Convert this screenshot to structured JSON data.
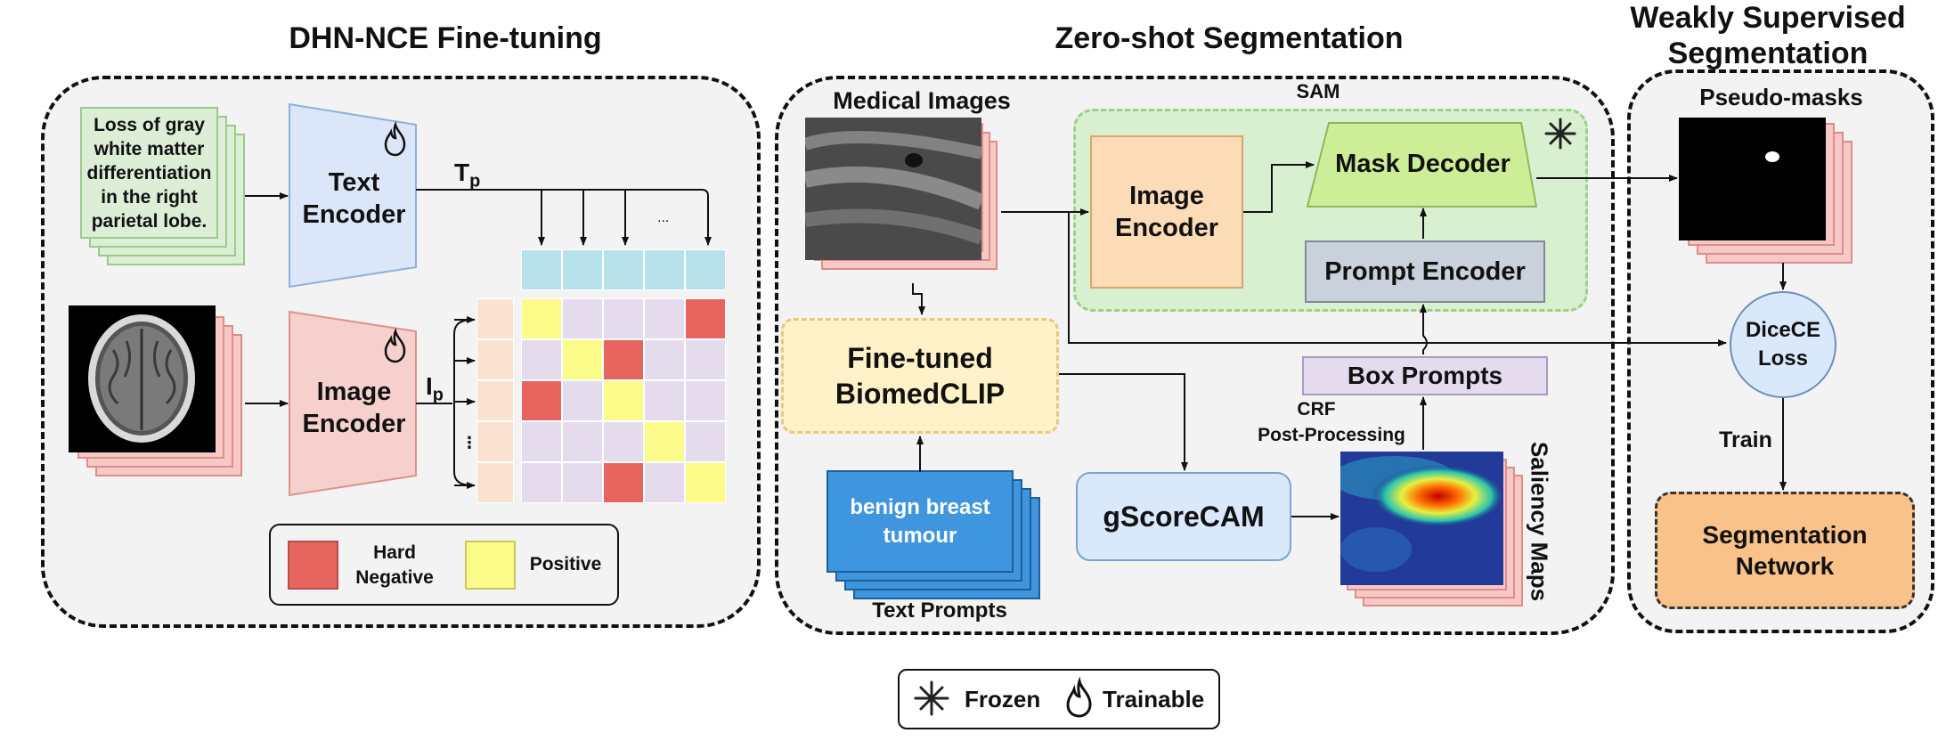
{
  "titles": {
    "dhn": "DHN-NCE Fine-tuning",
    "zero": "Zero-shot Segmentation",
    "weak_line1": "Weakly Supervised",
    "weak_line2": "Segmentation"
  },
  "dhn": {
    "text_sample": "Loss of gray white matter differentiation in the right parietal lobe.",
    "text_encoder": "Text Encoder",
    "image_encoder": "Image Encoder",
    "tp_main": "T",
    "tp_sub": "p",
    "ip_main": "I",
    "ip_sub": "p",
    "hdots": "...",
    "vdots": "⋮",
    "legend_hard": "Hard Negative",
    "legend_positive": "Positive",
    "matrix": [
      [
        "Y",
        "L",
        "L",
        "L",
        "R"
      ],
      [
        "L",
        "Y",
        "R",
        "L",
        "L"
      ],
      [
        "R",
        "L",
        "Y",
        "L",
        "L"
      ],
      [
        "L",
        "L",
        "L",
        "Y",
        "L"
      ],
      [
        "L",
        "L",
        "R",
        "L",
        "Y"
      ]
    ]
  },
  "zero": {
    "medical_images": "Medical Images",
    "sam": "SAM",
    "image_encoder": "Image Encoder",
    "mask_decoder": "Mask Decoder",
    "prompt_encoder": "Prompt Encoder",
    "finetuned": "Fine-tuned BiomedCLIP",
    "box_prompts": "Box Prompts",
    "crf": "CRF",
    "post": "Post-Processing",
    "gscorecam": "gScoreCAM",
    "text_prompt": "benign breast tumour",
    "text_prompts_label": "Text Prompts",
    "saliency_maps": "Saliency Maps"
  },
  "weak": {
    "pseudo_masks": "Pseudo-masks",
    "dice_line1": "DiceCE",
    "dice_line2": "Loss",
    "train": "Train",
    "seg_net": "Segmentation Network"
  },
  "legend": {
    "frozen": "Frozen",
    "trainable": "Trainable"
  },
  "colors": {
    "text_sheet": "#dcefd6",
    "text_encoder": "#dbe7f8",
    "image_encoder": "#f5d0cc",
    "sheet_pink": "#f6c9c6",
    "hard_negative": "#e8655f",
    "positive": "#fbfb8a",
    "lilac": "#e4dbec",
    "header_cyan": "#b7e2ea",
    "column_peach": "#fbe4cf",
    "sam_green": "#d8f0cf",
    "mask_decoder": "#cdee97",
    "sam_image_encoder": "#fbdcb6",
    "prompt_encoder": "#c9d2dc",
    "biomedclip": "#fff2c8",
    "box_prompts": "#e4dbef",
    "gscorecam": "#d9e8fb",
    "text_prompt_blue": "#3f96df",
    "dice": "#d9e8fb",
    "seg_net": "#f8c28a"
  }
}
